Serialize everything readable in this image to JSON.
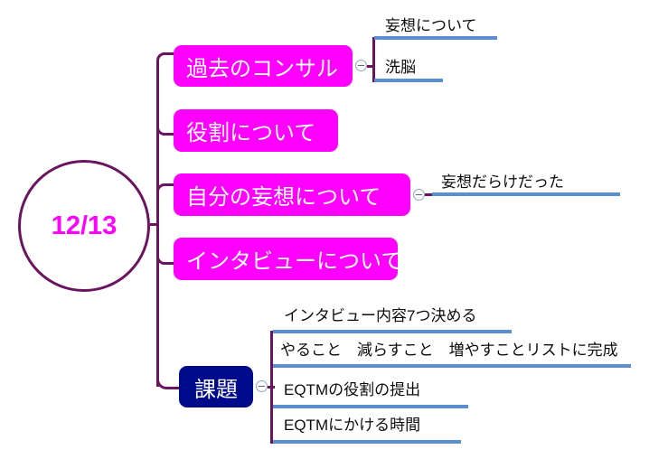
{
  "mindmap": {
    "root": {
      "label": "12/13",
      "shape": "circle",
      "border_color": "#6b1560",
      "text_color": "#ff00ff"
    },
    "branches": [
      {
        "id": "past-consulting",
        "label": "過去のコンサル",
        "style": "filled-box",
        "fill": "#ff00ff",
        "text_color": "#ffffff",
        "toggle": "collapse-minus",
        "children": [
          {
            "id": "about-delusion",
            "label": "妄想について",
            "style": "underline",
            "underline_color": "#5b90d0"
          },
          {
            "id": "brainwashing",
            "label": "洗脳",
            "style": "underline",
            "underline_color": "#5b90d0"
          }
        ]
      },
      {
        "id": "about-role",
        "label": "役割について",
        "style": "filled-box",
        "fill": "#ff00ff",
        "text_color": "#ffffff",
        "children": []
      },
      {
        "id": "my-delusions",
        "label": "自分の妄想について",
        "style": "filled-box",
        "fill": "#ff00ff",
        "text_color": "#ffffff",
        "toggle": "collapse-minus",
        "children": [
          {
            "id": "was-full-of-delusions",
            "label": "妄想だらけだった",
            "style": "underline",
            "underline_color": "#5b90d0"
          }
        ]
      },
      {
        "id": "about-interview",
        "label": "インタビューについて",
        "style": "filled-box",
        "fill": "#ff00ff",
        "text_color": "#ffffff",
        "children": []
      },
      {
        "id": "tasks",
        "label": "課題",
        "style": "filled-box",
        "fill": "#000b8c",
        "text_color": "#ffffff",
        "toggle": "collapse-minus",
        "children": [
          {
            "id": "decide-7-interview-topics",
            "label": "インタビュー内容7つ決める",
            "style": "underline",
            "underline_color": "#5b90d0"
          },
          {
            "id": "todo-reduce-increase-list",
            "label": "やること　減らすこと　増やすことリストに完成",
            "style": "underline",
            "underline_color": "#5b90d0"
          },
          {
            "id": "submit-eqtm-role",
            "label": "EQTMの役割の提出",
            "style": "underline",
            "underline_color": "#5b90d0"
          },
          {
            "id": "time-spent-on-eqtm",
            "label": "EQTMにかける時間",
            "style": "underline",
            "underline_color": "#5b90d0"
          }
        ]
      }
    ],
    "colors": {
      "connector": "#6b1560",
      "accent_magenta": "#ff00ff",
      "accent_navy": "#000b8c",
      "underline_blue": "#5b90d0",
      "background": "#ffffff"
    }
  }
}
